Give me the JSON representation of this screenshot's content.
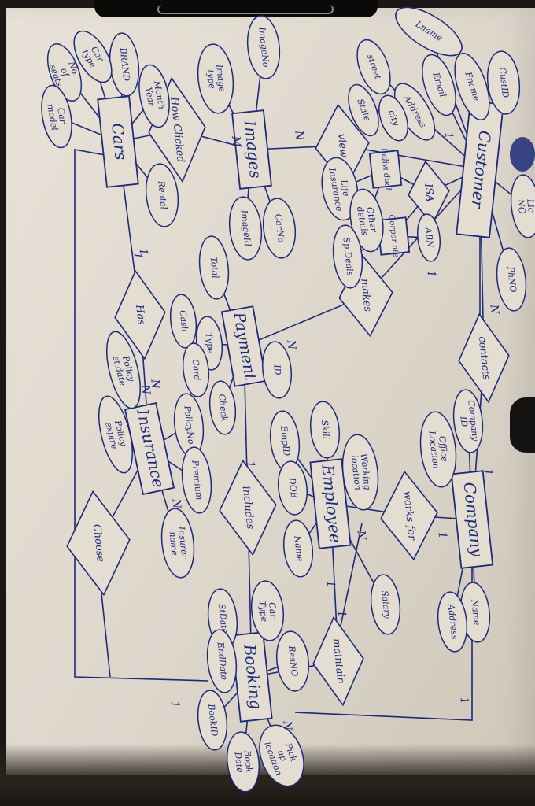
{
  "colors": {
    "ink": "#1d2a78",
    "paper": "#e3ddd2",
    "background": "#1a1714"
  },
  "entities": [
    {
      "id": "customer",
      "label": "Customer"
    },
    {
      "id": "cars",
      "label": "Cars"
    },
    {
      "id": "images",
      "label": "Images"
    },
    {
      "id": "payment",
      "label": "Payment"
    },
    {
      "id": "insurance",
      "label": "Insurance"
    },
    {
      "id": "company",
      "label": "Company"
    },
    {
      "id": "employee",
      "label": "Employee"
    },
    {
      "id": "booking",
      "label": "Booking"
    },
    {
      "id": "individual",
      "label": "Indivi dual"
    },
    {
      "id": "corporate",
      "label": "Corpor ate"
    }
  ],
  "relationships": [
    {
      "id": "view",
      "label": "view"
    },
    {
      "id": "isa",
      "label": "ISA"
    },
    {
      "id": "makes",
      "label": "makes"
    },
    {
      "id": "contacts",
      "label": "contacts"
    },
    {
      "id": "works_for",
      "label": "works for"
    },
    {
      "id": "maintains",
      "label": "maintain"
    },
    {
      "id": "includes",
      "label": "includes"
    },
    {
      "id": "has",
      "label": "Has"
    },
    {
      "id": "choose",
      "label": "Choose"
    },
    {
      "id": "how_clicked",
      "label": "How Clicked"
    }
  ],
  "attributes": [
    {
      "id": "lname",
      "label": "Lname"
    },
    {
      "id": "fname",
      "label": "Fname"
    },
    {
      "id": "cust_id",
      "label": "CustID"
    },
    {
      "id": "email",
      "label": "Email"
    },
    {
      "id": "address_c",
      "label": "Address"
    },
    {
      "id": "street",
      "label": "street"
    },
    {
      "id": "city",
      "label": "city"
    },
    {
      "id": "state",
      "label": "State"
    },
    {
      "id": "lic_no",
      "label": "Lic NO"
    },
    {
      "id": "ph_no",
      "label": "PhNO"
    },
    {
      "id": "abn",
      "label": "ABN"
    },
    {
      "id": "life_insurance",
      "label": "Life Insurance"
    },
    {
      "id": "other_details",
      "label": "Other details"
    },
    {
      "id": "spdeals",
      "label": "Sp.Deals"
    },
    {
      "id": "image_no",
      "label": "ImageNo"
    },
    {
      "id": "image_type",
      "label": "Image type"
    },
    {
      "id": "image_id",
      "label": "ImageId"
    },
    {
      "id": "car_no_img",
      "label": "CarNo"
    },
    {
      "id": "brand",
      "label": "BRAND"
    },
    {
      "id": "car_type",
      "label": "Car type"
    },
    {
      "id": "no_seats",
      "label": "No. of seats"
    },
    {
      "id": "car_model",
      "label": "Car model"
    },
    {
      "id": "month_year",
      "label": "Month Year"
    },
    {
      "id": "rental",
      "label": "Rental"
    },
    {
      "id": "total",
      "label": "Total"
    },
    {
      "id": "cash",
      "label": "Cash"
    },
    {
      "id": "type_pay",
      "label": "Type"
    },
    {
      "id": "card",
      "label": "Card"
    },
    {
      "id": "check",
      "label": "Check"
    },
    {
      "id": "pay_id",
      "label": "ID"
    },
    {
      "id": "policy_no",
      "label": "PolicyNo"
    },
    {
      "id": "policy_start",
      "label": "Policy st.date"
    },
    {
      "id": "policy_expire",
      "label": "Policy expire"
    },
    {
      "id": "premium",
      "label": "Premium"
    },
    {
      "id": "insurer_name",
      "label": "Insurer name"
    },
    {
      "id": "company_id",
      "label": "Company ID"
    },
    {
      "id": "office_location",
      "label": "Office Location"
    },
    {
      "id": "comp_name",
      "label": "Name"
    },
    {
      "id": "comp_address",
      "label": "Address"
    },
    {
      "id": "skill",
      "label": "Skill"
    },
    {
      "id": "emp_id",
      "label": "EmpID"
    },
    {
      "id": "dob",
      "label": "DOB"
    },
    {
      "id": "emp_name",
      "label": "Name"
    },
    {
      "id": "working_location",
      "label": "Working location"
    },
    {
      "id": "salary",
      "label": "Salary"
    },
    {
      "id": "car_type_b",
      "label": "Car Type"
    },
    {
      "id": "resno",
      "label": "ResNO"
    },
    {
      "id": "stdate",
      "label": "StDate"
    },
    {
      "id": "enddate",
      "label": "EndDate"
    },
    {
      "id": "bookid",
      "label": "BookID"
    },
    {
      "id": "pickup_location",
      "label": "Pick up location"
    },
    {
      "id": "book_date",
      "label": "Book Date"
    }
  ],
  "cardinalities": [
    "N",
    "1",
    "1",
    "N",
    "1",
    "1",
    "N",
    "1",
    "N",
    "1",
    "1",
    "N",
    "1",
    "N",
    "1",
    "1",
    "M",
    "N",
    "1",
    "N"
  ]
}
